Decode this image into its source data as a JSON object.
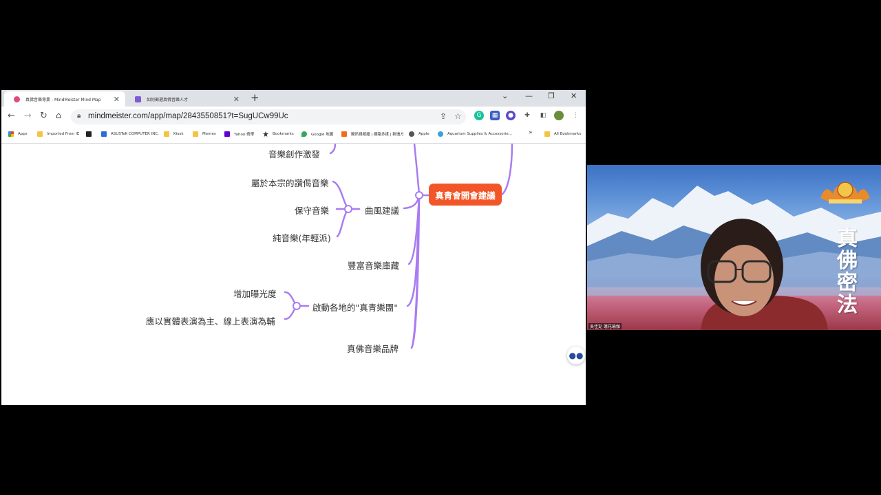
{
  "browser": {
    "tabs": [
      {
        "title": "真佛音樂專業 - MindMeister Mind Map",
        "active": true
      },
      {
        "title": "如何徵選真佛音樂人才",
        "active": false
      }
    ],
    "new_tab": "+",
    "address": "mindmeister.com/app/map/2843550851?t=SugUCw99Uc",
    "bookmarks": [
      "Apps",
      "Imported From IE",
      "ASUSTeK COMPUTER INC.",
      "Kiosk",
      "Memes",
      "Yahoo!奇摩",
      "Bookmarks",
      "Google 地圖",
      "騰訊視頻播 | 網路多媒 | 新讀方",
      "Apple",
      "Aquarium Supplies & Accessorie...",
      "All Bookmarks"
    ],
    "more": "»",
    "ext_colors": {
      "grammarly": "#15c39a",
      "accent": "#f25628",
      "branch": "#a97cf0"
    }
  },
  "mindmap": {
    "root": "真青會開會建議",
    "top_partial": "音樂創作激發",
    "branches": {
      "style": "曲風建議",
      "style_children": [
        "屬於本宗的讚偈音樂",
        "保守音樂",
        "純音樂(年輕派)"
      ],
      "library": "豐富音樂庫藏",
      "bands": "啟動各地的\"真青樂團\"",
      "bands_children": [
        "增加曝光度",
        "應以實體表演為主、線上表演為輔"
      ],
      "brand": "真佛音樂品牌"
    }
  },
  "webcam": {
    "vertical_text": [
      "真",
      "佛",
      "密",
      "法"
    ],
    "participant": "吳佳彣 蓮花瑜伽"
  }
}
